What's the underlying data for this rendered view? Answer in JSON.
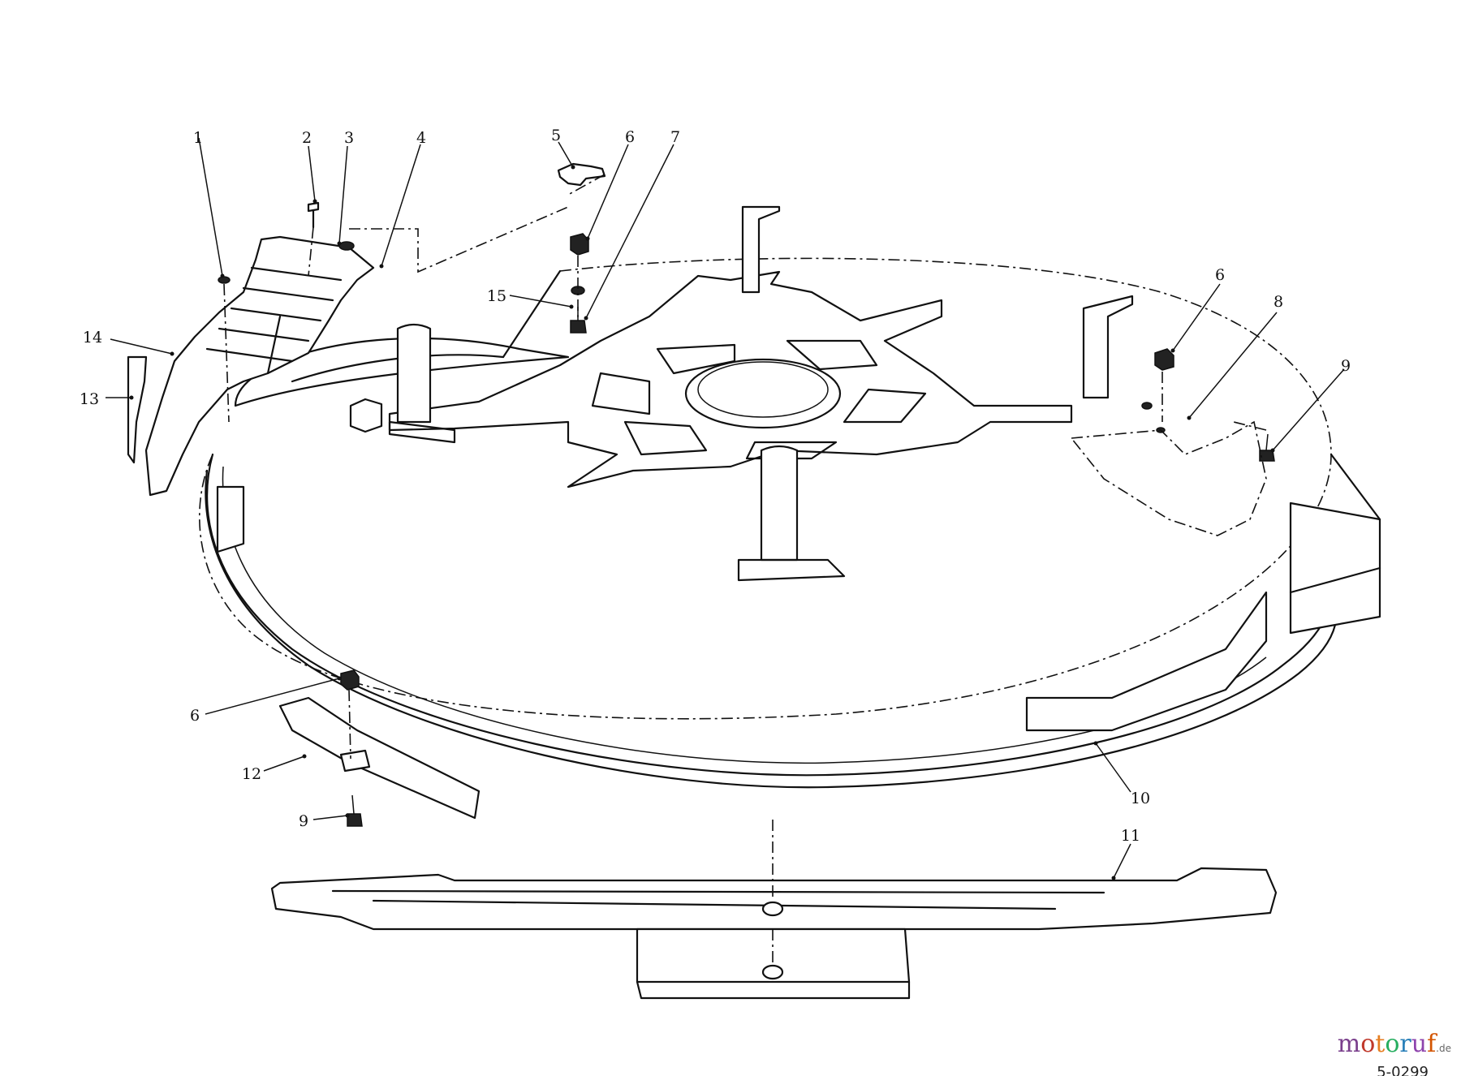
{
  "diagram": {
    "type": "exploded-parts-view",
    "callouts": [
      "1",
      "2",
      "3",
      "4",
      "5",
      "6",
      "7",
      "6",
      "8",
      "9",
      "15",
      "14",
      "13",
      "6",
      "12",
      "9",
      "10",
      "11"
    ]
  },
  "watermark": {
    "text": "motoruf",
    "suffix": ".de",
    "letter_colors": [
      "#7a3f8c",
      "#c0392b",
      "#e67e22",
      "#27ae60",
      "#2980b9",
      "#8e44ad",
      "#d35400"
    ]
  },
  "drawing_code": "5-0299"
}
